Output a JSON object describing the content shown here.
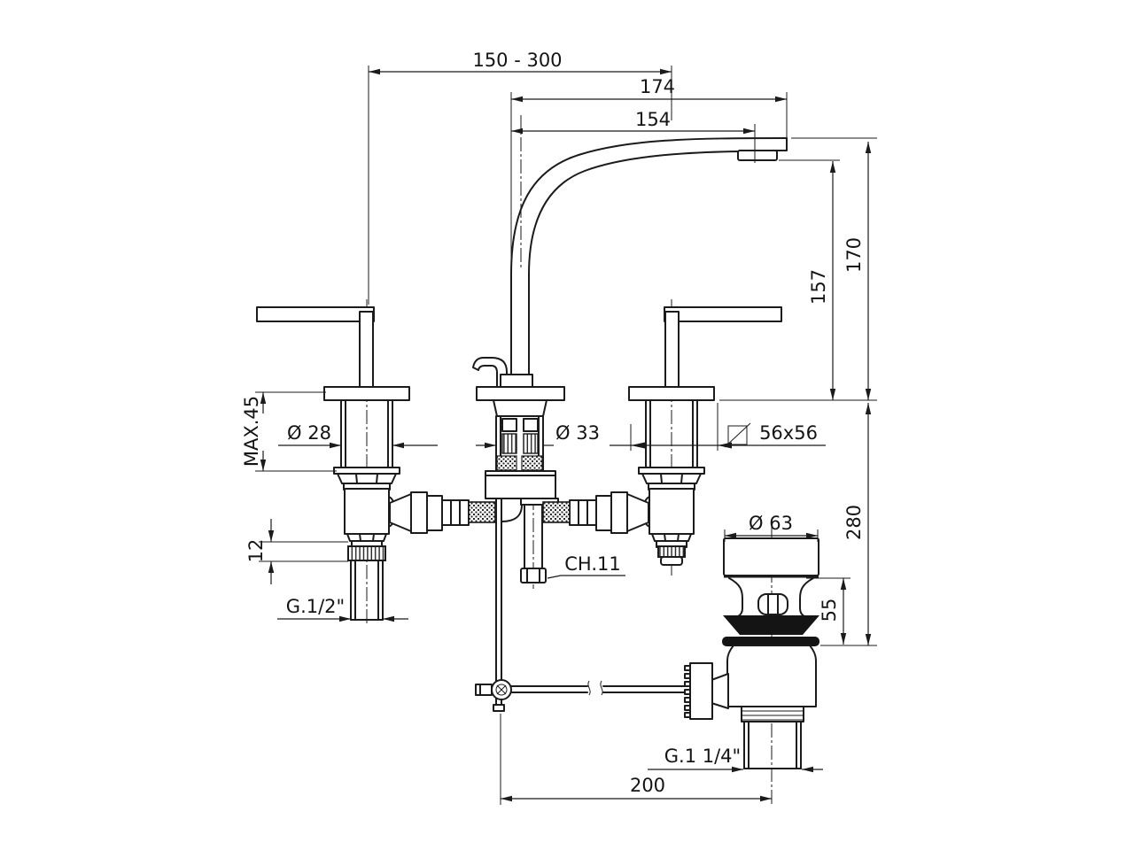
{
  "labels": {
    "spread": "150 - 300",
    "reach_max": "174",
    "reach_spout": "154",
    "height_max": "170",
    "height_spout": "157",
    "deck_max": "MAX.45",
    "handle_base_dia": "Ø 28",
    "body_dia": "Ø 33",
    "escutcheon_size": "56x56",
    "depth_below": "280",
    "waste_flange_dia": "Ø 63",
    "waste_height": "55",
    "locknut_height": "12",
    "inlet_thread": "G.1/2\"",
    "hex_size": "CH.11",
    "waste_thread": "G.1 1/4\"",
    "rod_offset": "200"
  }
}
